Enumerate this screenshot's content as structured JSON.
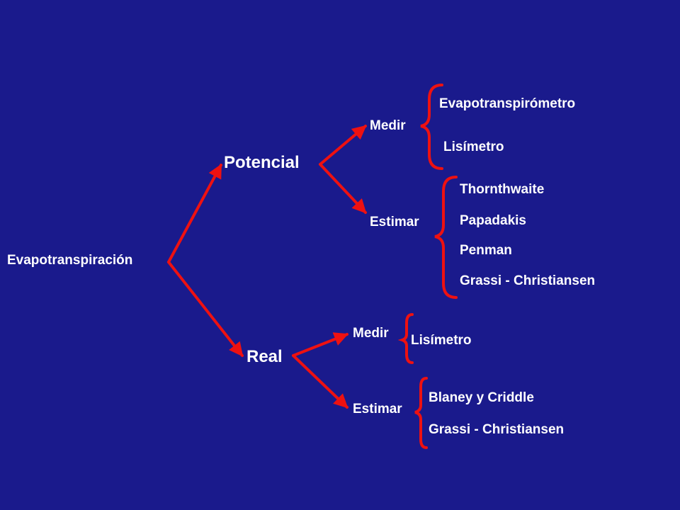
{
  "colors": {
    "background": "#1a1a8c",
    "connector": "#ee1111",
    "text": "#ffffff"
  },
  "root": "Evapotranspiración",
  "potencial": {
    "label": "Potencial",
    "medir": {
      "label": "Medir",
      "items": [
        "Evapotranspirómetro",
        "Lisímetro"
      ]
    },
    "estimar": {
      "label": "Estimar",
      "items": [
        "Thornthwaite",
        "Papadakis",
        "Penman",
        "Grassi - Christiansen"
      ]
    }
  },
  "real": {
    "label": "Real",
    "medir": {
      "label": "Medir",
      "items": [
        "Lisímetro"
      ]
    },
    "estimar": {
      "label": "Estimar",
      "items": [
        "Blaney y Criddle",
        "Grassi - Christiansen"
      ]
    }
  }
}
